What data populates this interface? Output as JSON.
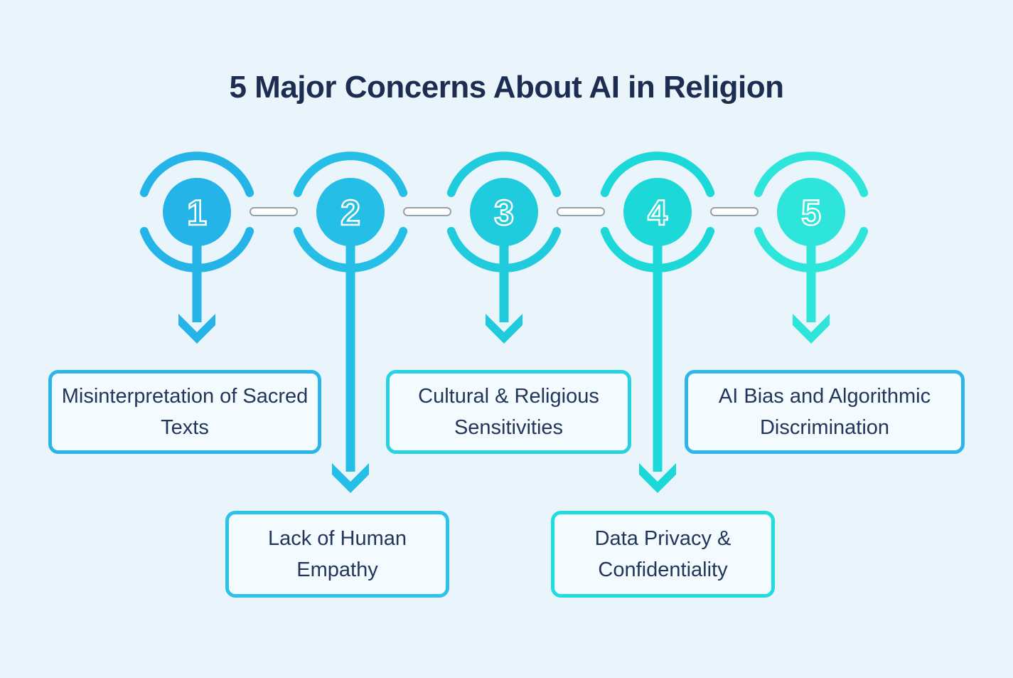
{
  "title": {
    "text": "5 Major Concerns About AI in Religion",
    "color": "#1D2D52"
  },
  "page": {
    "background": "#E9F5FB"
  },
  "connectors": {
    "border_color": "#97A3A9",
    "fill": "#FBFDFE"
  },
  "digit_outline_color": "#FFFFFF",
  "box": {
    "fill": "#F4FBFE",
    "text_color": "#22365C"
  },
  "nodes": [
    {
      "number": "1",
      "color": "#25B4E8",
      "label": "Misinterpretation of Sacred Texts",
      "box_border_color": "#2BB5E8",
      "row": "top"
    },
    {
      "number": "2",
      "color": "#24BEE7",
      "label": "Lack of Human Empathy",
      "box_border_color": "#2CC3EB",
      "row": "bottom"
    },
    {
      "number": "3",
      "color": "#1FCBDC",
      "label": "Cultural & Religious Sensitivities",
      "box_border_color": "#28D2DE",
      "row": "top"
    },
    {
      "number": "4",
      "color": "#1CD8D9",
      "label": "Data Privacy & Confidentiality",
      "box_border_color": "#1FDCDE",
      "row": "bottom"
    },
    {
      "number": "5",
      "color": "#2DE5DA",
      "label": "AI Bias and Algorithmic Discrimination",
      "box_border_color": "#2FB5E9",
      "row": "top"
    }
  ]
}
